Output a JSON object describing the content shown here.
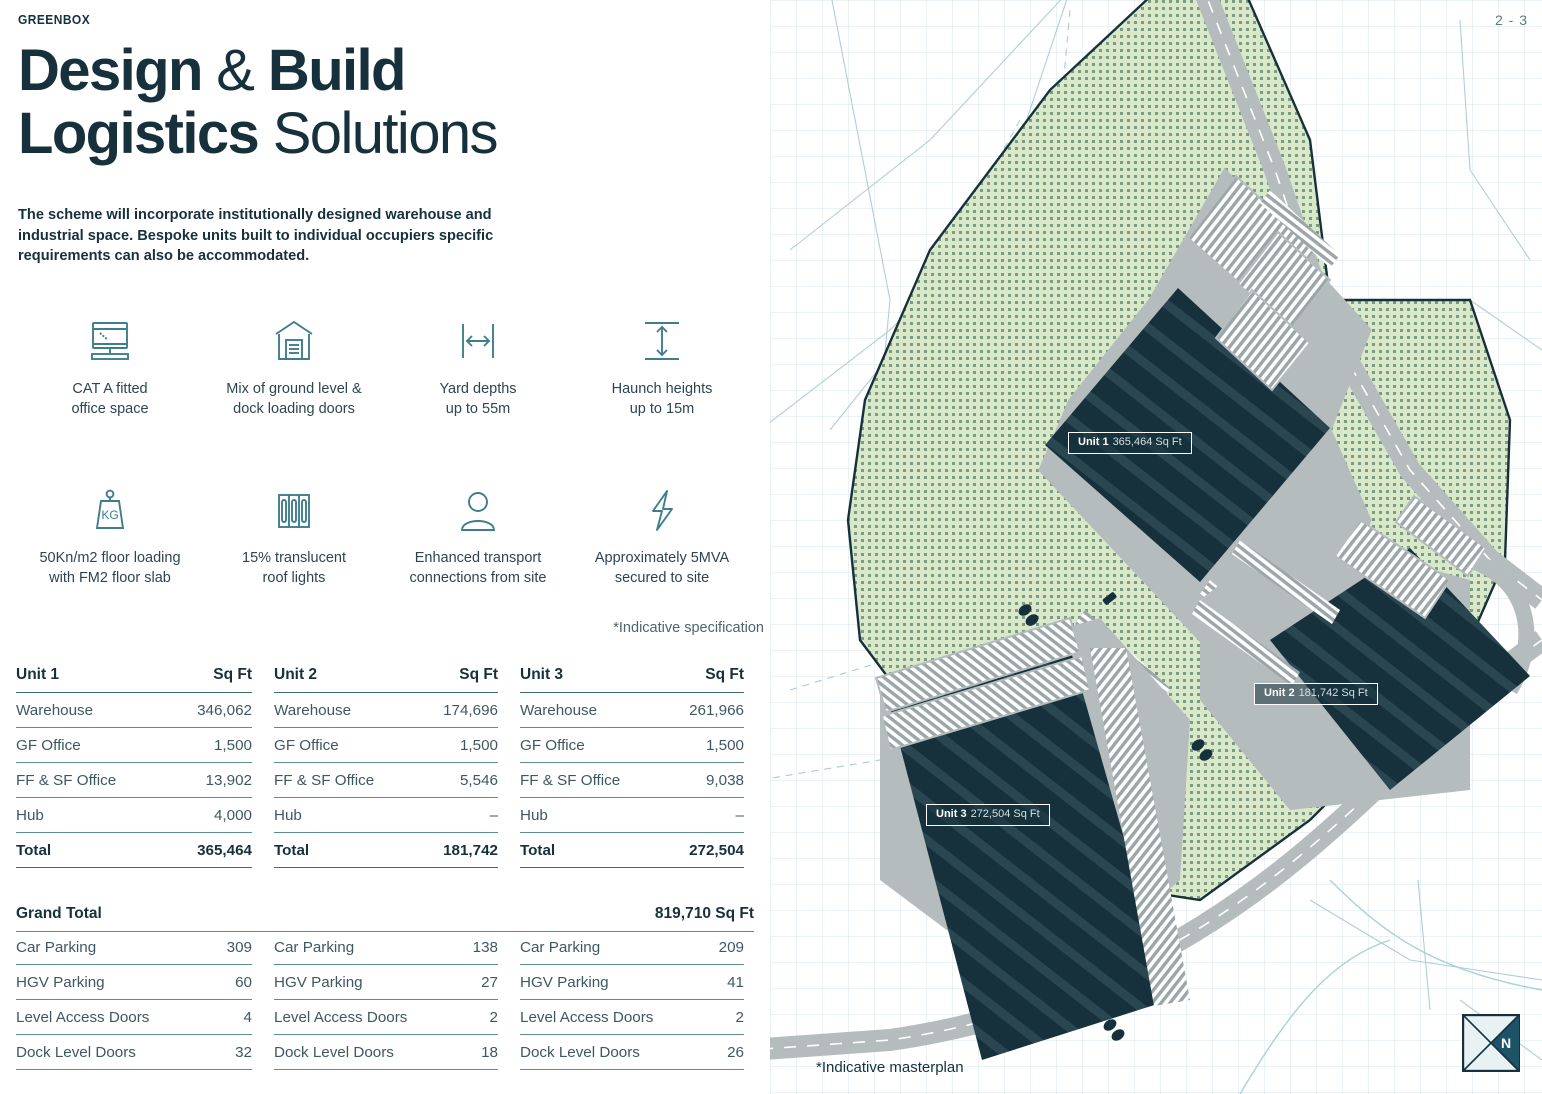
{
  "brand": {
    "logo": "GREENBOX"
  },
  "headline": {
    "line1_bold": "Design",
    "line1_amp": "&",
    "line1_bold2": "Build",
    "line2_bold": "Logistics",
    "line2_light": "Solutions"
  },
  "intro": {
    "text": "The scheme will incorporate institutionally designed warehouse and industrial space. Bespoke units built to individual occupiers specific requirements can also be accommodated."
  },
  "features": {
    "row1": [
      {
        "icon": "monitor-desk-icon",
        "line1": "CAT A fitted",
        "line2": "office space"
      },
      {
        "icon": "warehouse-door-icon",
        "line1": "Mix of ground level &",
        "line2": "dock loading doors"
      },
      {
        "icon": "horizontal-arrow-icon",
        "line1": "Yard depths",
        "line2": "up to 55m"
      },
      {
        "icon": "vertical-arrow-icon",
        "line1": "Haunch heights",
        "line2": "up to 15m"
      }
    ],
    "row2": [
      {
        "icon": "kg-weight-icon",
        "line1": "50Kn/m2 floor loading",
        "line2": "with FM2 floor slab"
      },
      {
        "icon": "roof-lights-icon",
        "line1": "15% translucent",
        "line2": "roof lights"
      },
      {
        "icon": "person-icon",
        "line1": "Enhanced transport",
        "line2": "connections from site"
      },
      {
        "icon": "lightning-bolt-icon",
        "line1": "Approximately 5MVA",
        "line2": "secured to site"
      }
    ]
  },
  "footnotes": {
    "spec": "*Indicative specification",
    "masterplan": "*Indicative masterplan"
  },
  "tables": {
    "area_header_value": "Sq Ft",
    "units": [
      {
        "name": "Unit 1",
        "rows": [
          {
            "label": "Warehouse",
            "value": "346,062"
          },
          {
            "label": "GF Office",
            "value": "1,500"
          },
          {
            "label": "FF & SF Office",
            "value": "13,902"
          },
          {
            "label": "Hub",
            "value": "4,000"
          }
        ],
        "total_label": "Total",
        "total_value": "365,464",
        "extras": [
          {
            "label": "Car Parking",
            "value": "309"
          },
          {
            "label": "HGV Parking",
            "value": "60"
          },
          {
            "label": "Level Access Doors",
            "value": "4"
          },
          {
            "label": "Dock Level Doors",
            "value": "32"
          }
        ]
      },
      {
        "name": "Unit 2",
        "rows": [
          {
            "label": "Warehouse",
            "value": "174,696"
          },
          {
            "label": "GF Office",
            "value": "1,500"
          },
          {
            "label": "FF & SF Office",
            "value": "5,546"
          },
          {
            "label": "Hub",
            "value": "–"
          }
        ],
        "total_label": "Total",
        "total_value": "181,742",
        "extras": [
          {
            "label": "Car Parking",
            "value": "138"
          },
          {
            "label": "HGV Parking",
            "value": "27"
          },
          {
            "label": "Level Access Doors",
            "value": "2"
          },
          {
            "label": "Dock Level Doors",
            "value": "18"
          }
        ]
      },
      {
        "name": "Unit 3",
        "rows": [
          {
            "label": "Warehouse",
            "value": "261,966"
          },
          {
            "label": "GF Office",
            "value": "1,500"
          },
          {
            "label": "FF & SF Office",
            "value": "9,038"
          },
          {
            "label": "Hub",
            "value": "–"
          }
        ],
        "total_label": "Total",
        "total_value": "272,504",
        "extras": [
          {
            "label": "Car Parking",
            "value": "209"
          },
          {
            "label": "HGV Parking",
            "value": "41"
          },
          {
            "label": "Level Access Doors",
            "value": "2"
          },
          {
            "label": "Dock Level Doors",
            "value": "26"
          }
        ]
      }
    ],
    "grand_total_label": "Grand Total",
    "grand_total_value": "819,710 Sq Ft"
  },
  "map": {
    "page_number": "2 - 3",
    "compass_label": "N",
    "unit_tags": [
      {
        "name": "Unit 1",
        "area": "365,464 Sq Ft"
      },
      {
        "name": "Unit 2",
        "area": "181,742 Sq Ft"
      },
      {
        "name": "Unit 3",
        "area": "272,504 Sq Ft"
      }
    ]
  },
  "colors": {
    "ink": "#16313c",
    "teal": "#3f7d8c",
    "rule": "#5b8c95",
    "roof": "#16313c",
    "tarmac": "#b5bcbd",
    "green": "#d9e8c8",
    "grid": "#cfe0e6"
  }
}
